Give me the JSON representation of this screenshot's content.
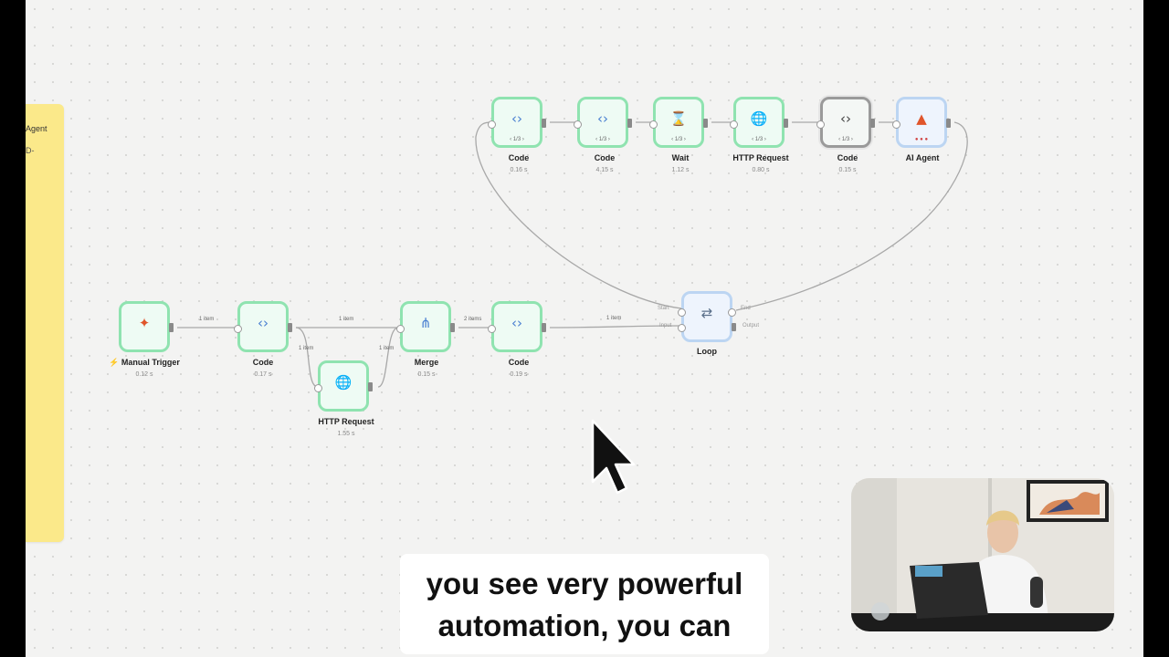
{
  "sticky": {
    "line1": "Agent",
    "line2": "D-"
  },
  "main_nodes": [
    {
      "name": "Manual Trigger",
      "time": "0.12 s",
      "icon": "cursor-click-icon"
    },
    {
      "name": "Code",
      "time": "0.17 s",
      "icon": "code-brackets-icon"
    },
    {
      "name": "HTTP Request",
      "time": "1.55 s",
      "icon": "globe-icon"
    },
    {
      "name": "Merge",
      "time": "0.15 s",
      "icon": "merge-icon"
    },
    {
      "name": "Code",
      "time": "0.19 s",
      "icon": "code-brackets-icon"
    },
    {
      "name": "Loop",
      "time": "",
      "icon": "loop-arrows-icon"
    }
  ],
  "loop_nodes": [
    {
      "name": "Code",
      "time": "0.16 s",
      "pager": "1/3",
      "icon": "code-brackets-icon"
    },
    {
      "name": "Code",
      "time": "4.15 s",
      "pager": "1/3",
      "icon": "code-brackets-icon"
    },
    {
      "name": "Wait",
      "time": "1.12 s",
      "pager": "1/3",
      "icon": "hourglass-icon"
    },
    {
      "name": "HTTP Request",
      "time": "0.80 s",
      "pager": "1/3",
      "icon": "globe-icon"
    },
    {
      "name": "Code",
      "time": "0.15 s",
      "pager": "1/3",
      "icon": "code-brackets-icon"
    },
    {
      "name": "AI Agent",
      "time": "",
      "pager": "",
      "icon": "ai-agent-icon"
    }
  ],
  "edges": {
    "trigger_to_code": "1 item",
    "code_to_merge": "1 item",
    "code_to_http": "1 item",
    "http_to_merge": "1 item",
    "merge_to_code": "2 items",
    "code_to_loop": "1 item"
  },
  "loop_ports": {
    "start": "Start",
    "input": "Input",
    "end": "End",
    "output": "Output"
  },
  "caption": {
    "line1": "you see very powerful",
    "line2": "automation, you can"
  },
  "colors": {
    "success_border": "#8fe3b0",
    "success_fill": "#eefbf4",
    "sticky": "#fbe98a",
    "canvas": "#f3f3f2"
  }
}
